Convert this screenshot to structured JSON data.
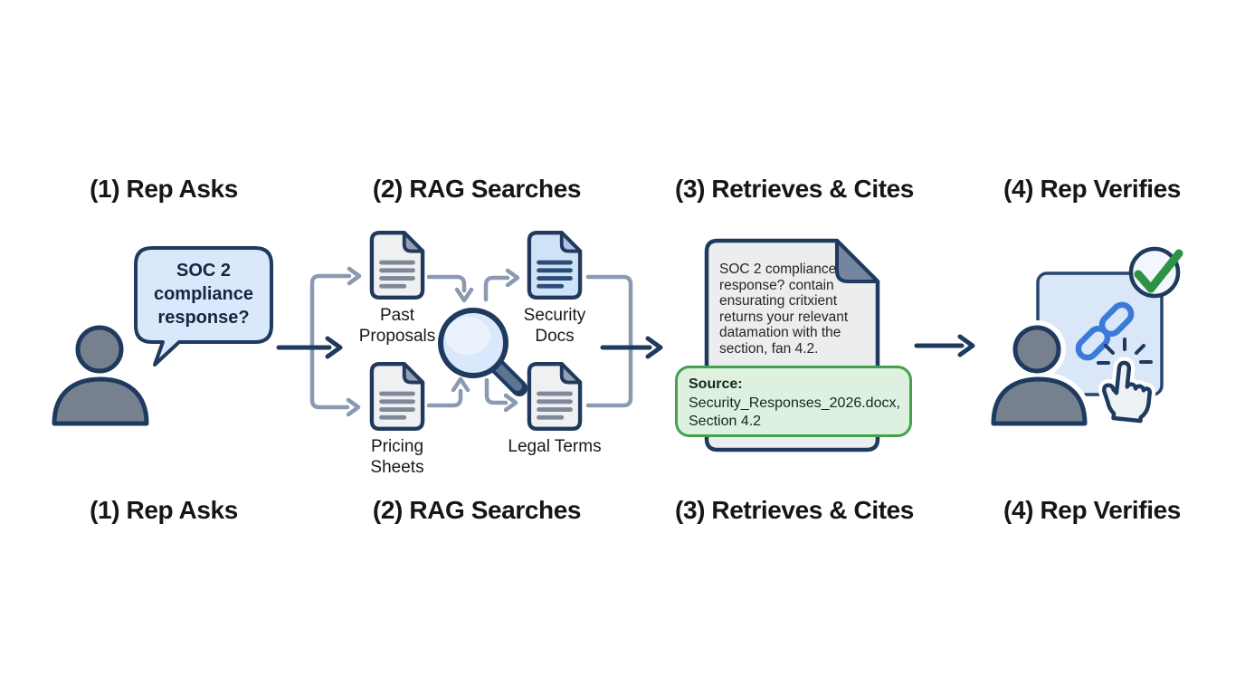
{
  "columns": [
    {
      "top_label": "(1) Rep Asks",
      "bottom_label": "(1) Rep Asks"
    },
    {
      "top_label": "(2) RAG Searches",
      "bottom_label": "(2) RAG Searches"
    },
    {
      "top_label": "(3) Retrieves & Cites",
      "bottom_label": "(3) Retrieves & Cites"
    },
    {
      "top_label": "(4) Rep Verifies",
      "bottom_label": "(4) Rep Verifies"
    }
  ],
  "step1": {
    "bubble_text": "SOC 2 compliance response?"
  },
  "step2": {
    "doc_labels": {
      "past_proposals": "Past Proposals",
      "pricing_sheets": "Pricing Sheets",
      "security_docs": "Security Docs",
      "legal_terms": "Legal Terms"
    }
  },
  "step3": {
    "document_text": "SOC 2 compliance response? contain ensurating critxient returns your relevant datamation with the section, fan 4.2.",
    "source_label": "Source:",
    "source_file": "Security_Responses_2026.docx,",
    "source_section": "Section 4.2"
  },
  "colors": {
    "outline_navy": "#1e3a5e",
    "connector_slate": "#8b9ab0",
    "link_blue": "#3b7ad9",
    "check_green": "#2e9245",
    "bubble_blue": "#d9e9fb",
    "card_blue": "#d9e7f8",
    "doc_gray": "#eef0f2",
    "doc_blue": "#cfe3f8",
    "source_bg_green": "#def1e0",
    "source_border_green": "#44a14e",
    "person_gray": "#76808f"
  }
}
